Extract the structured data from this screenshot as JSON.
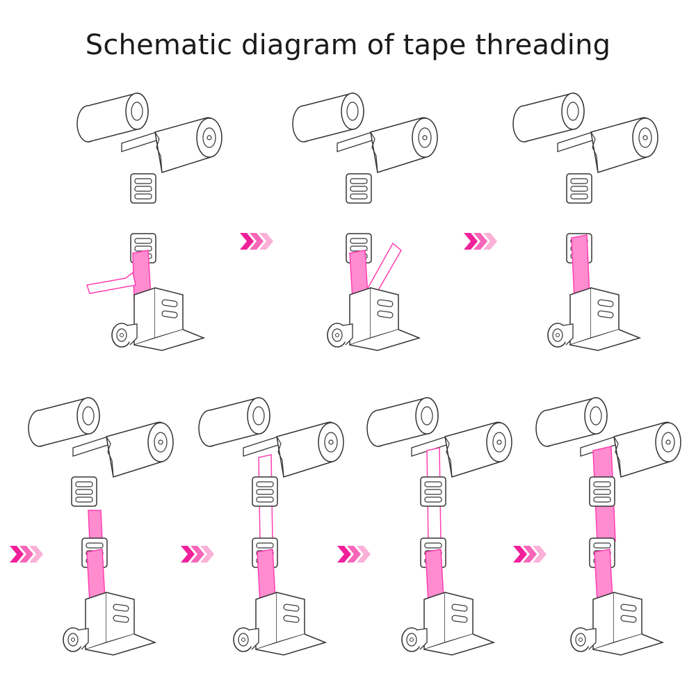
{
  "title": "Schematic diagram of tape threading",
  "colors": {
    "tape": "#ff3fb0",
    "tape_fill": "#ff8ccf",
    "line": "#333333",
    "arrow_dark": "#f0209a",
    "arrow_mid": "#f766b8",
    "arrow_light": "#fbb0d8"
  },
  "steps": [
    {
      "stage": 1
    },
    {
      "stage": 2
    },
    {
      "stage": 3
    },
    {
      "stage": 4
    },
    {
      "stage": 5
    },
    {
      "stage": 6
    },
    {
      "stage": 7
    }
  ],
  "arrow_icon": "triple-chevron-right-icon"
}
